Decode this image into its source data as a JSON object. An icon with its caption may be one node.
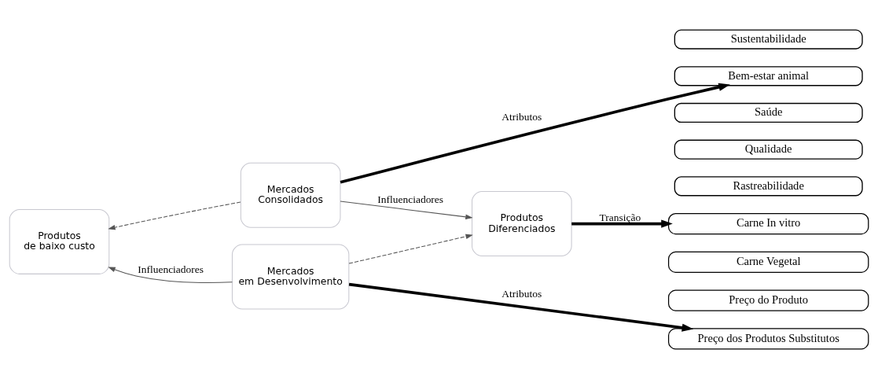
{
  "diagram": {
    "nodes": [
      {
        "text": [
          "Mercados Consolidados"
        ]
      },
      {
        "text": [
          "Produtos de baixo custo"
        ]
      },
      {
        "text": [
          "Produtos Diferenciados"
        ]
      },
      {
        "text": [
          "Mercados em Desenvolvimento"
        ]
      },
      {
        "text": [
          "Sustentabilidade"
        ]
      },
      {
        "text": [
          "Bem-estar animal"
        ]
      },
      {
        "text": [
          "Saúde"
        ]
      },
      {
        "text": [
          "Qualidade"
        ]
      },
      {
        "text": [
          "Rastreabilidade"
        ]
      },
      {
        "text": [
          "Carne In vitro"
        ]
      },
      {
        "text": [
          "Carne Vegetal"
        ]
      },
      {
        "text": [
          "Preço do Produto"
        ]
      },
      {
        "text": [
          "Preço dos Produtos Substitutos"
        ]
      }
    ],
    "edges": [
      {
        "from": 0,
        "to": 1,
        "arrow": "to",
        "style": "dashed"
      },
      {
        "from": 0,
        "to": 2,
        "arrow": "to",
        "label": "Influenciadores"
      },
      {
        "from": 3,
        "to": 1,
        "arrow": "to",
        "label": "Influenciadores"
      },
      {
        "from": 3,
        "to": 2,
        "arrow": "to",
        "style": "dashed"
      },
      {
        "from": 0,
        "to": 5,
        "arrow": "to",
        "label": "Atributos",
        "style": "thick"
      },
      {
        "from": 2,
        "to": 9,
        "arrow": "to",
        "label": "Transição",
        "style": "thick"
      },
      {
        "from": 3,
        "to": 12,
        "arrow": "to",
        "label": "Atributos",
        "style": "thick"
      }
    ]
  }
}
